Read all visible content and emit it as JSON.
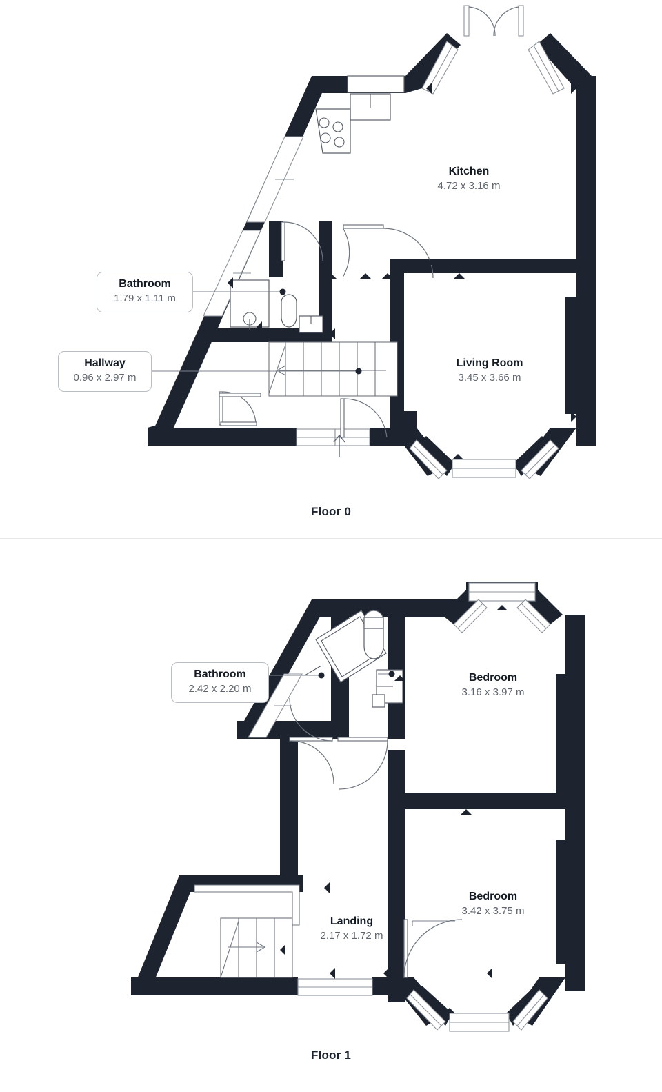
{
  "document": {
    "type": "floor-plan",
    "background_color": "#ffffff",
    "wall_color": "#1d2430",
    "label_text_color": "#151b24",
    "dimension_text_color": "#5e646d",
    "callout_border_color": "#b9bec5",
    "divider_color": "#e6e7e9"
  },
  "floors": [
    {
      "id": "floor0",
      "caption": "Floor 0",
      "rooms": [
        {
          "key": "kitchen",
          "name": "Kitchen",
          "dimensions": "4.72 x 3.16 m",
          "label_style": "inline"
        },
        {
          "key": "bathroom",
          "name": "Bathroom",
          "dimensions": "1.79 x 1.11 m",
          "label_style": "callout"
        },
        {
          "key": "hallway",
          "name": "Hallway",
          "dimensions": "0.96 x 2.97 m",
          "label_style": "callout"
        },
        {
          "key": "living_room",
          "name": "Living Room",
          "dimensions": "3.45 x 3.66 m",
          "label_style": "inline"
        }
      ],
      "features": [
        "entrance-arrow",
        "staircase-up",
        "bay-window-front",
        "bay-window-rear",
        "kitchen-stove",
        "kitchen-sink",
        "wc",
        "wash-basin",
        "shower"
      ]
    },
    {
      "id": "floor1",
      "caption": "Floor 1",
      "rooms": [
        {
          "key": "bathroom",
          "name": "Bathroom",
          "dimensions": "2.42 x 2.20 m",
          "label_style": "callout"
        },
        {
          "key": "bedroom_1",
          "name": "Bedroom",
          "dimensions": "3.16 x 3.97 m",
          "label_style": "inline"
        },
        {
          "key": "bedroom_2",
          "name": "Bedroom",
          "dimensions": "3.42 x 3.75 m",
          "label_style": "inline"
        },
        {
          "key": "landing",
          "name": "Landing",
          "dimensions": "2.17 x 1.72 m",
          "label_style": "inline"
        }
      ],
      "features": [
        "staircase-down",
        "bay-window-front",
        "bay-window-rear",
        "bathtub",
        "wc",
        "wash-basin"
      ]
    }
  ]
}
